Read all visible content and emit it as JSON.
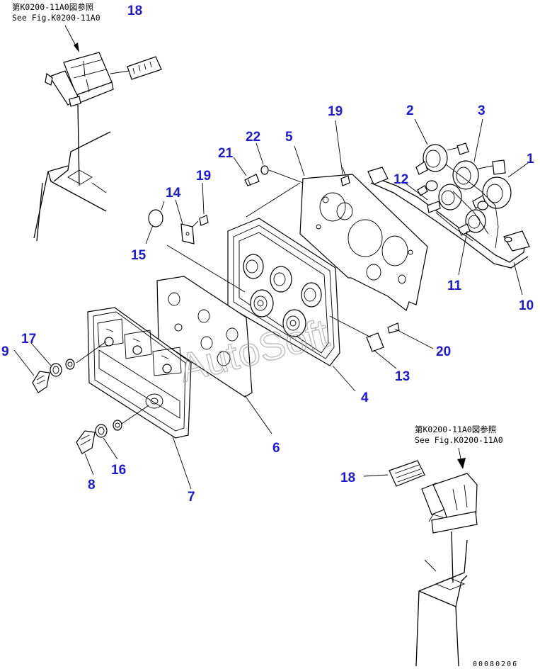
{
  "references": {
    "top_left_jp": "第K0200-11A0図参照",
    "top_left_en": "See Fig.K0200-11A0",
    "bottom_right_jp": "第K0200-11A0図参照",
    "bottom_right_en": "See Fig.K0200-11A0"
  },
  "callouts": {
    "c1": "1",
    "c2": "2",
    "c3": "3",
    "c4": "4",
    "c5": "5",
    "c6": "6",
    "c7": "7",
    "c8": "8",
    "c9": "9",
    "c10": "10",
    "c11": "11",
    "c12": "12",
    "c13": "13",
    "c14": "14",
    "c15": "15",
    "c16": "16",
    "c17": "17",
    "c18a": "18",
    "c18b": "18",
    "c19a": "19",
    "c19b": "19",
    "c20": "20",
    "c21": "21",
    "c22": "22"
  },
  "watermark": "AutoSoft",
  "drawing_code": "00080206"
}
